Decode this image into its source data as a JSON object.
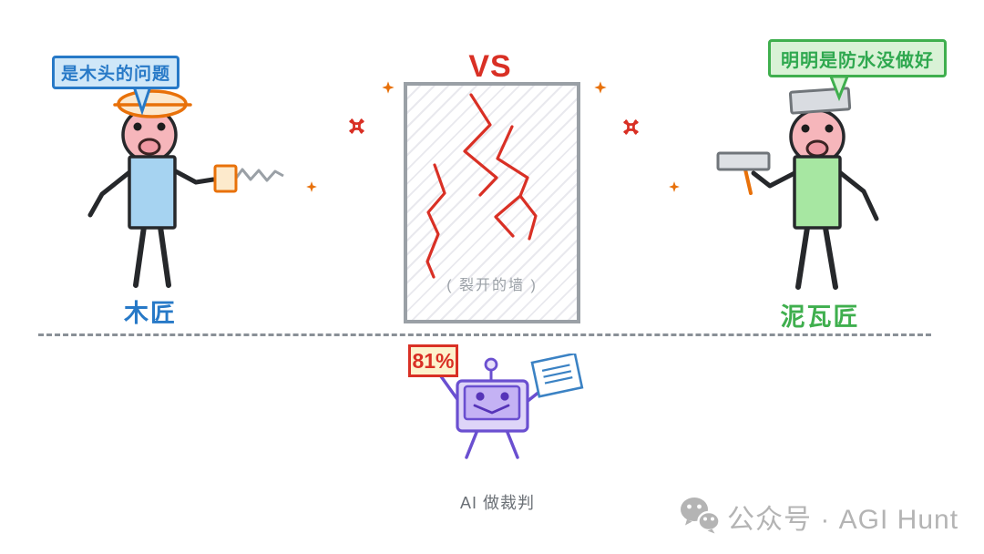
{
  "left_figure": {
    "speech": "是木头的问题",
    "label": "木匠"
  },
  "right_figure": {
    "speech": "明明是防水没做好",
    "label": "泥瓦匠"
  },
  "wall": {
    "vs_label": "VS",
    "caption": "( 裂开的墙 )"
  },
  "judge": {
    "score_label": "81%",
    "caption": "AI 做裁判"
  },
  "watermark": {
    "label": "公众号 · AGI Hunt"
  },
  "icons": {
    "left_sparkles": "sparkle-icon",
    "anger_marks": "anger-icon",
    "wechat": "wechat-logo-icon"
  },
  "colors": {
    "carpenter_accent": "#2779c7",
    "mason_accent": "#3faf4e",
    "crack_red": "#d93025",
    "sparkle_orange": "#e8710a",
    "robot_purple": "#6a4fd0",
    "muted_gray": "#9aa0a6",
    "watermark_gray": "#b4b4b4"
  }
}
